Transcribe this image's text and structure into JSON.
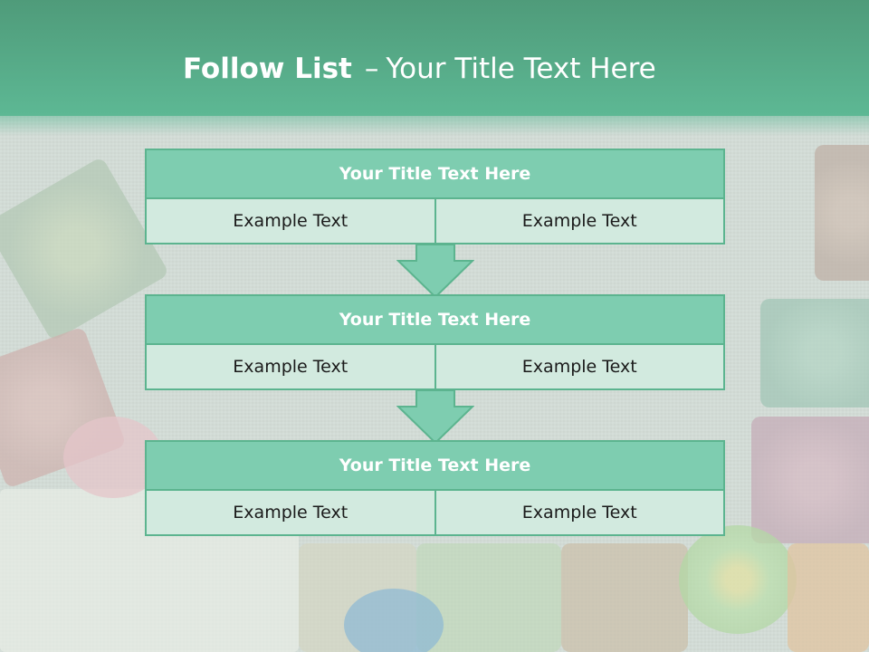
{
  "header": {
    "title_bold": "Follow List",
    "title_dash": "–",
    "title_rest": "Your Title Text Here"
  },
  "blocks": [
    {
      "title": "Your Title Text Here",
      "left": "Example Text",
      "right": "Example Text"
    },
    {
      "title": "Your Title Text Here",
      "left": "Example Text",
      "right": "Example Text"
    },
    {
      "title": "Your Title Text Here",
      "left": "Example Text",
      "right": "Example Text"
    }
  ],
  "colors": {
    "header": "#5cb894",
    "box_title": "#7ecdb0",
    "box_cell": "#d2eadf",
    "border": "#5cb48f"
  },
  "icons": [
    "down-arrow-icon",
    "down-arrow-icon"
  ]
}
